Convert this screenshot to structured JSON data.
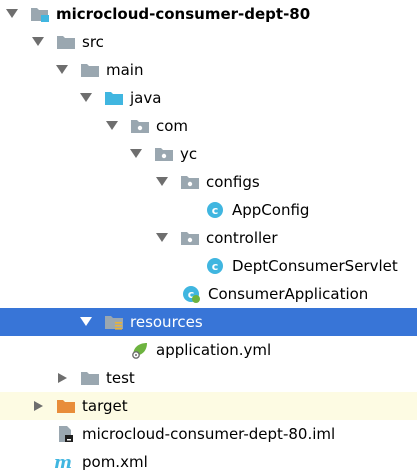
{
  "tree": {
    "root": {
      "label": "microcloud-consumer-dept-80",
      "icon": "module-folder-icon"
    },
    "src": {
      "label": "src",
      "icon": "folder-icon"
    },
    "main": {
      "label": "main",
      "icon": "folder-icon"
    },
    "java": {
      "label": "java",
      "icon": "source-root-folder-icon"
    },
    "com": {
      "label": "com",
      "icon": "package-icon"
    },
    "yc": {
      "label": "yc",
      "icon": "package-icon"
    },
    "configs": {
      "label": "configs",
      "icon": "package-icon"
    },
    "appconfig": {
      "label": "AppConfig",
      "icon": "java-class-icon"
    },
    "controller": {
      "label": "controller",
      "icon": "package-icon"
    },
    "deptconsumerservlet": {
      "label": "DeptConsumerServlet",
      "icon": "java-class-icon"
    },
    "consumerapplication": {
      "label": "ConsumerApplication",
      "icon": "spring-boot-class-icon"
    },
    "resources": {
      "label": "resources",
      "icon": "resources-root-folder-icon"
    },
    "applicationyml": {
      "label": "application.yml",
      "icon": "spring-config-file-icon"
    },
    "test": {
      "label": "test",
      "icon": "folder-icon"
    },
    "target": {
      "label": "target",
      "icon": "excluded-folder-icon"
    },
    "iml": {
      "label": "microcloud-consumer-dept-80.iml",
      "icon": "iml-file-icon"
    },
    "pom": {
      "label": "pom.xml",
      "icon": "maven-icon"
    }
  },
  "colors": {
    "selection": "#3875d7",
    "target_highlight": "#fdfbe3",
    "folder": "#9aa7b0",
    "source_root": "#40b6e0",
    "excluded": "#e88d3a",
    "class_icon": "#40b6e0",
    "spring": "#6db33f"
  }
}
